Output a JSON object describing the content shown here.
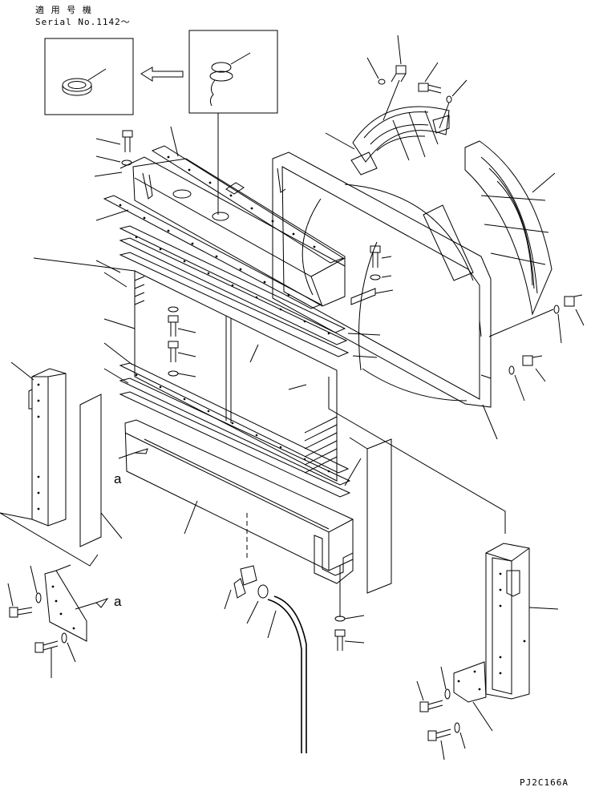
{
  "header": {
    "applicable_models": "適 用 号 機",
    "serial_number": "Serial No.1142〜"
  },
  "callouts": {
    "view_marker_upper": "a",
    "view_marker_lower": "a"
  },
  "footer": {
    "drawing_code": "PJ2C166A"
  }
}
